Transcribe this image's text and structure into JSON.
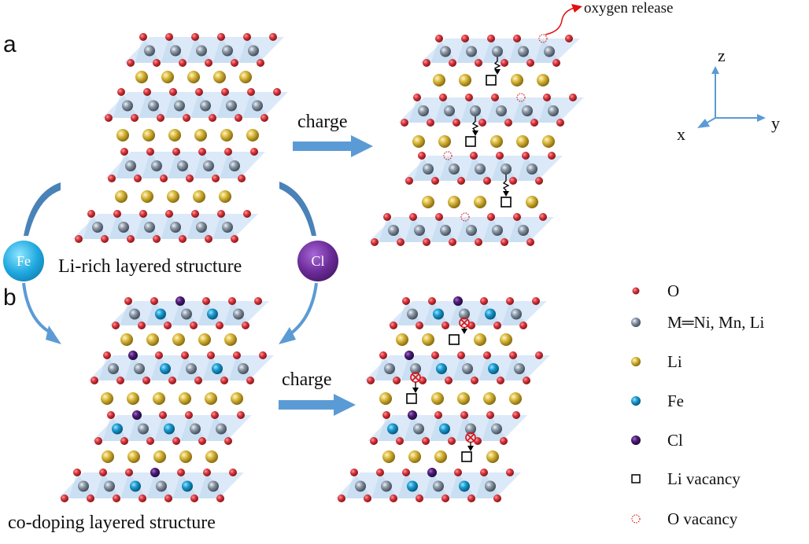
{
  "panels": {
    "a": {
      "label": "a",
      "caption": "Li-rich layered structure",
      "charge_label": "charge"
    },
    "b": {
      "label": "b",
      "caption": "co-doping layered structure",
      "charge_label": "charge"
    }
  },
  "dopants": {
    "fe": {
      "label": "Fe",
      "color": "#1fa9e0"
    },
    "cl": {
      "label": "Cl",
      "color": "#6a2a96"
    }
  },
  "annotation": {
    "oxygen_release": "oxygen release"
  },
  "axes": {
    "x": "x",
    "y": "y",
    "z": "z"
  },
  "legend": [
    {
      "symbol": "O",
      "label": "O"
    },
    {
      "symbol": "M",
      "label": "M═Ni, Mn, Li"
    },
    {
      "symbol": "Li",
      "label": "Li"
    },
    {
      "symbol": "Fe",
      "label": "Fe"
    },
    {
      "symbol": "Cl",
      "label": "Cl"
    },
    {
      "symbol": "LiVac",
      "label": "Li vacancy"
    },
    {
      "symbol": "OVac",
      "label": "O vacancy"
    }
  ],
  "colors": {
    "O": "#d9383f",
    "M": "#8a97a6",
    "Li": "#d9b83a",
    "Fe": "#1a9bd0",
    "Cl": "#4e1c78",
    "slab": "#cfe2f5",
    "arrow": "#5b9bd5",
    "vacancy_O": "#e02020",
    "release": "#e01010"
  },
  "structures": {
    "a_pristine": {
      "layers": [
        {
          "type": "slab",
          "metals": [
            "M",
            "M",
            "M",
            "M",
            "M"
          ]
        },
        {
          "type": "li",
          "count": 5
        },
        {
          "type": "slab",
          "metals": [
            "M",
            "M",
            "M",
            "M",
            "M",
            "M"
          ]
        },
        {
          "type": "li",
          "count": 6
        },
        {
          "type": "slab",
          "metals": [
            "M",
            "M",
            "M",
            "M",
            "M"
          ]
        },
        {
          "type": "li",
          "count": 5
        },
        {
          "type": "slab",
          "metals": [
            "M",
            "M",
            "M",
            "M",
            "M",
            "M"
          ]
        }
      ]
    },
    "a_charged": {
      "layers": [
        {
          "type": "slab",
          "metals": [
            "M",
            "M",
            "M",
            "M",
            "M"
          ],
          "o_vacancy_top": [
            4
          ],
          "migrating": [
            2
          ]
        },
        {
          "type": "li",
          "pattern": [
            "Li",
            "Li",
            "V",
            "Li",
            "Li"
          ]
        },
        {
          "type": "slab",
          "metals": [
            "M",
            "M",
            "M",
            "M",
            "M",
            "M"
          ],
          "o_vacancy_top": [
            4
          ],
          "migrating": [
            2
          ]
        },
        {
          "type": "li",
          "pattern": [
            "Li",
            "Li",
            "V",
            "Li",
            "Li",
            "Li"
          ]
        },
        {
          "type": "slab",
          "metals": [
            "M",
            "M",
            "M",
            "M",
            "M"
          ],
          "o_vacancy_top": [
            1
          ],
          "migrating": [
            3
          ]
        },
        {
          "type": "li",
          "pattern": [
            "Li",
            "Li",
            "Li",
            "V",
            "Li"
          ]
        },
        {
          "type": "slab",
          "metals": [
            "M",
            "M",
            "M",
            "M",
            "M",
            "M"
          ],
          "o_vacancy_top": [
            3
          ]
        }
      ]
    },
    "b_pristine": {
      "layers": [
        {
          "type": "slab",
          "metals": [
            "M",
            "Fe",
            "M",
            "Fe",
            "M"
          ],
          "cl_top": [
            2
          ]
        },
        {
          "type": "li",
          "count": 5
        },
        {
          "type": "slab",
          "metals": [
            "M",
            "M",
            "Fe",
            "M",
            "Fe",
            "M"
          ],
          "cl_top": [
            1
          ]
        },
        {
          "type": "li",
          "count": 6
        },
        {
          "type": "slab",
          "metals": [
            "Fe",
            "M",
            "Fe",
            "M",
            "M"
          ],
          "cl_top": [
            1
          ]
        },
        {
          "type": "li",
          "count": 5
        },
        {
          "type": "slab",
          "metals": [
            "M",
            "M",
            "Fe",
            "M",
            "Fe",
            "M"
          ],
          "cl_top": [
            3
          ]
        }
      ]
    },
    "b_charged": {
      "layers": [
        {
          "type": "slab",
          "metals": [
            "M",
            "Fe",
            "M",
            "Fe",
            "M"
          ],
          "cl_top": [
            2
          ],
          "blocked": [
            2
          ]
        },
        {
          "type": "li",
          "pattern": [
            "Li",
            "Li",
            "V",
            "Li",
            "Li"
          ]
        },
        {
          "type": "slab",
          "metals": [
            "M",
            "M",
            "Fe",
            "M",
            "Fe",
            "M"
          ],
          "cl_top": [
            1
          ],
          "blocked": [
            1
          ]
        },
        {
          "type": "li",
          "pattern": [
            "Li",
            "V",
            "Li",
            "Li",
            "Li",
            "Li"
          ]
        },
        {
          "type": "slab",
          "metals": [
            "Fe",
            "M",
            "Fe",
            "M",
            "M"
          ],
          "cl_top": [
            1
          ],
          "blocked": [
            3
          ]
        },
        {
          "type": "li",
          "pattern": [
            "Li",
            "Li",
            "Li",
            "V",
            "Li"
          ]
        },
        {
          "type": "slab",
          "metals": [
            "M",
            "M",
            "Fe",
            "M",
            "Fe",
            "M"
          ],
          "cl_top": [
            3
          ]
        }
      ]
    }
  }
}
